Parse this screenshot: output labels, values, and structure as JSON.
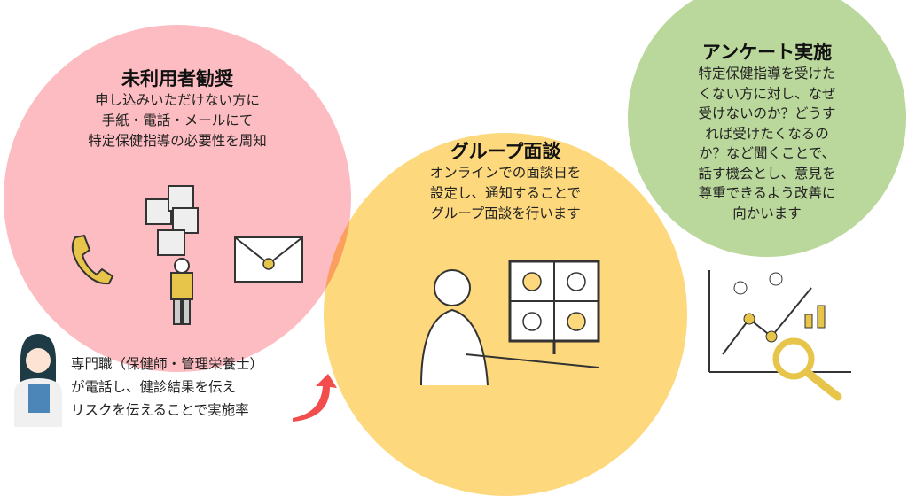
{
  "circles": {
    "pink": {
      "title": "未利用者勧奨",
      "lines": [
        "申し込みいただけない方に",
        "手紙・電話・メールにて",
        "特定保健指導の必要性を周知"
      ],
      "color": "#fdbcc1"
    },
    "yellow": {
      "title": "グループ面談",
      "lines": [
        "オンラインでの面談日を",
        "設定し、通知することで",
        "グループ面談を行います"
      ],
      "color": "#fdd87c"
    },
    "green": {
      "title": "アンケート実施",
      "lines": [
        "特定保健指導を受けた",
        "くない方に対し、なぜ",
        "受けないのか？どうす",
        "れば受けたくなるの",
        "か？など聞くことで、",
        "話す機会とし、意見を",
        "尊重できるよう改善に",
        "向かいます"
      ],
      "color": "#bad79c"
    }
  },
  "note": {
    "lines": [
      "専門職（保健師・管理栄養士）",
      "が電話し、健診結果を伝え",
      "リスクを伝えることで実施率"
    ]
  },
  "colors": {
    "arrow": "#f24c4c"
  }
}
